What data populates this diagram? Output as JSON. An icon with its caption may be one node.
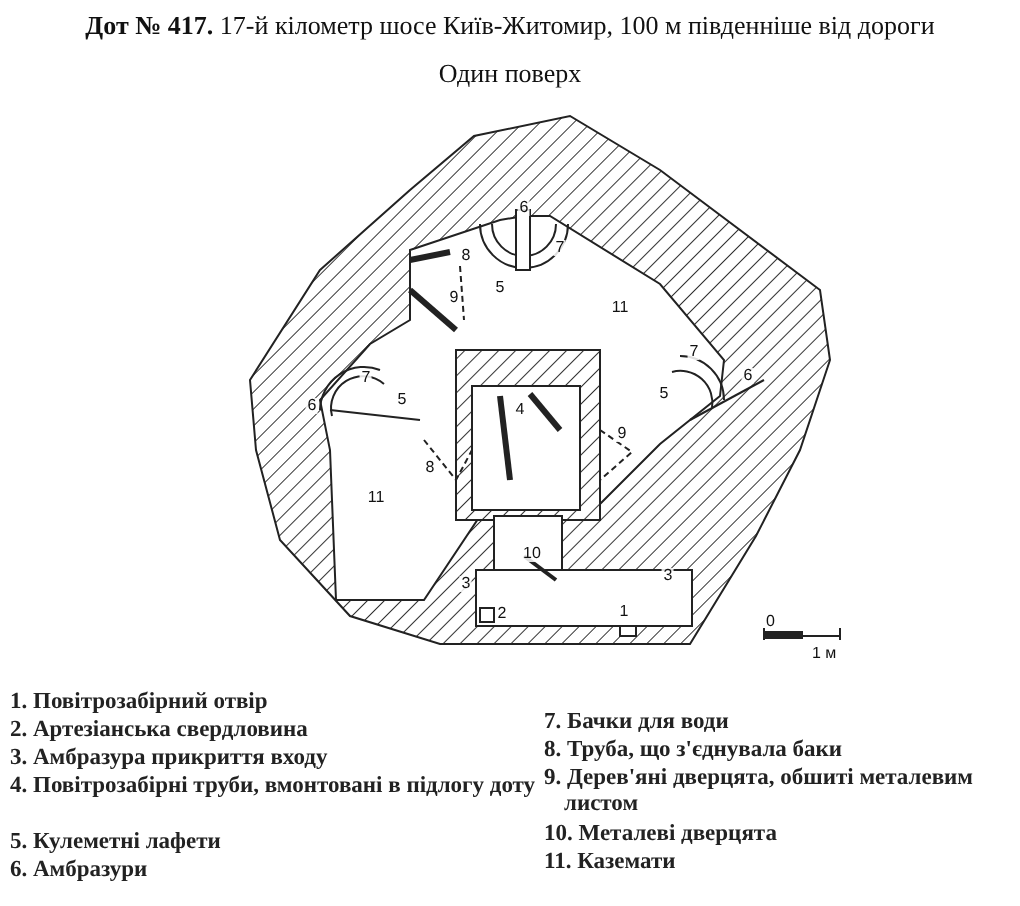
{
  "diagram": {
    "title": "**Дот № 417.** 17-й кілометр шосе Київ-Житомир, 100 м південніше від дороги",
    "labels": [
      "Один поверх",
      "6",
      "7",
      "8",
      "5",
      "9",
      "11",
      "7",
      "6",
      "7",
      "5",
      "5",
      "6",
      "4",
      "9",
      "8",
      "11",
      "10",
      "3",
      "3",
      "2",
      "1",
      "0",
      "1 м",
      "1. Повітрозабірний отвір",
      "2. Артезіанська свердловина",
      "3. Амбразура прикриття входу",
      "4. Повітрозабірні труби, вмонтовані в підлогу доту",
      "5. Кулеметні лафети",
      "6. Амбразури",
      "7. Бачки для води",
      "8. Труба, що з'єднувала баки",
      "9. Дерев'яні дверцята, обшиті металевим листом",
      "10. Металеві дверцята",
      "11. Каземати"
    ]
  }
}
